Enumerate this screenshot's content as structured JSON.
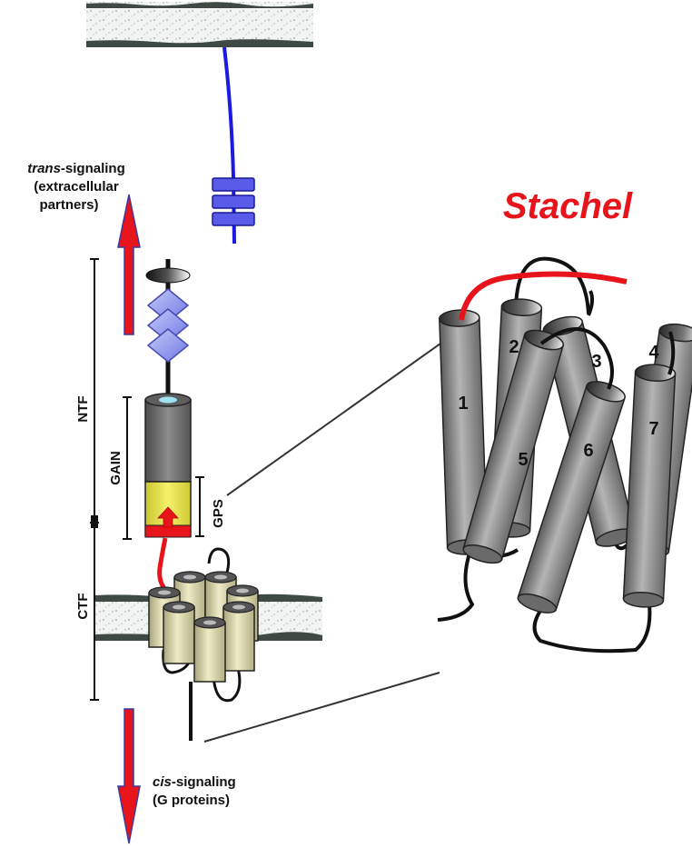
{
  "title": "Stachel",
  "trans_signaling": {
    "line1_italic": "trans",
    "line1_rest": "-signaling",
    "line2": "(extracellular",
    "line3": "partners)"
  },
  "cis_signaling": {
    "line1_italic": "cis",
    "line1_rest": "-signaling",
    "line2": "(G proteins)"
  },
  "labels": {
    "ntf": "NTF",
    "ctf": "CTF",
    "gain": "GAIN",
    "gps": "GPS"
  },
  "helix_numbers": [
    "1",
    "2",
    "3",
    "4",
    "5",
    "6",
    "7"
  ],
  "colors": {
    "stachel": "#e8141b",
    "arrow_fill": "#e8141b",
    "arrow_outline": "#3a3aa0",
    "ligand_stem": "#1a1ae0",
    "ligand_domain": "#5b5bea",
    "diamond": "#8f96f0",
    "gain_dark": "#6e6e6e",
    "gps_yellow": "#eeea3a",
    "helix_gray": "#8a8a8a",
    "helix_tan": "#d9d6ac",
    "membrane": "#9aa6a0"
  }
}
